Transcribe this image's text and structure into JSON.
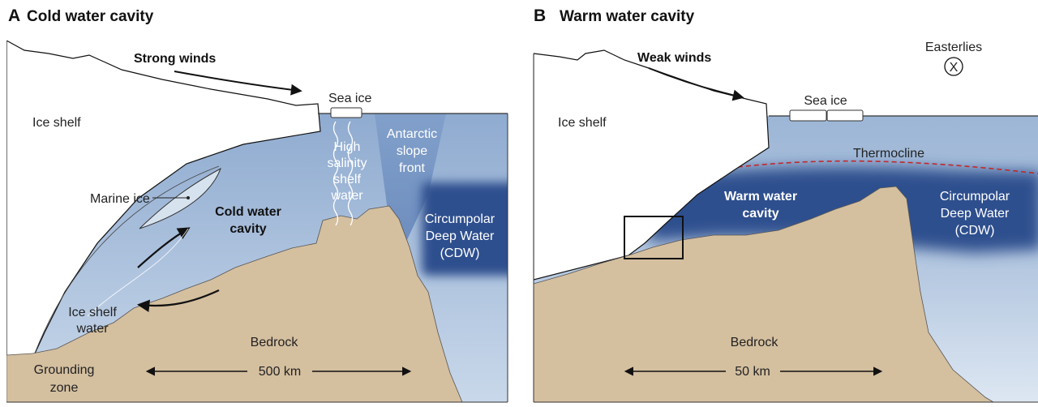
{
  "colors": {
    "ocean_light": "#a9c0dc",
    "ocean_mid": "#8fabd0",
    "cdw_dark": "#2f4f8e",
    "bedrock": "#d4bf9f",
    "ice": "#ffffff",
    "thermocline": "#c0282d"
  },
  "panel_a": {
    "letter": "A",
    "title": "Cold water cavity",
    "strong_winds": "Strong winds",
    "sea_ice": "Sea ice",
    "ice_shelf": "Ice shelf",
    "hssw": [
      "High",
      "salinity",
      "shelf",
      "water"
    ],
    "slope_front": [
      "Antarctic",
      "slope",
      "front"
    ],
    "marine_ice": "Marine ice",
    "cavity": [
      "Cold water",
      "cavity"
    ],
    "cdw": [
      "Circumpolar",
      "Deep Water",
      "(CDW)"
    ],
    "isw": [
      "Ice shelf",
      "water"
    ],
    "bedrock": "Bedrock",
    "scale": "500 km",
    "grounding": [
      "Grounding",
      "zone"
    ]
  },
  "panel_b": {
    "letter": "B",
    "title": "Warm water cavity",
    "weak_winds": "Weak winds",
    "easterlies": "Easterlies",
    "easterlies_symbol": "X",
    "sea_ice": "Sea ice",
    "ice_shelf": "Ice shelf",
    "thermocline": "Thermocline",
    "cavity": [
      "Warm water",
      "cavity"
    ],
    "cdw": [
      "Circumpolar",
      "Deep Water",
      "(CDW)"
    ],
    "bedrock": "Bedrock",
    "scale": "50 km"
  }
}
